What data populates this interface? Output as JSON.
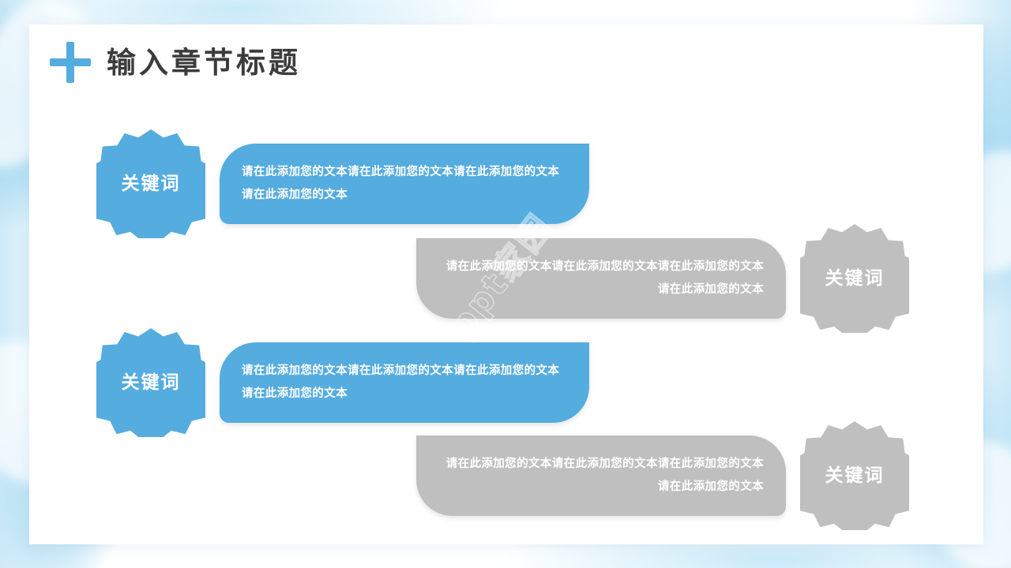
{
  "slide": {
    "title": "输入章节标题",
    "plus_icon": "plus-icon",
    "accent_blue": "#55ACDF",
    "accent_gray": "#BFBFBF",
    "title_color": "#3C3C3C",
    "background_color": "#FFFFFF"
  },
  "watermark": {
    "text": "ppt家园"
  },
  "rows": [
    {
      "side": "left",
      "color": "blue",
      "badge_label": "关键词",
      "body_text": "请在此添加您的文本请在此添加您的文本请在此添加您的文本请在此添加您的文本"
    },
    {
      "side": "right",
      "color": "gray",
      "badge_label": "关键词",
      "body_text": "请在此添加您的文本请在此添加您的文本请在此添加您的文本请在此添加您的文本"
    },
    {
      "side": "left",
      "color": "blue",
      "badge_label": "关键词",
      "body_text": "请在此添加您的文本请在此添加您的文本请在此添加您的文本请在此添加您的文本"
    },
    {
      "side": "right",
      "color": "gray",
      "badge_label": "关键词",
      "body_text": "请在此添加您的文本请在此添加您的文本请在此添加您的文本请在此添加您的文本"
    }
  ]
}
